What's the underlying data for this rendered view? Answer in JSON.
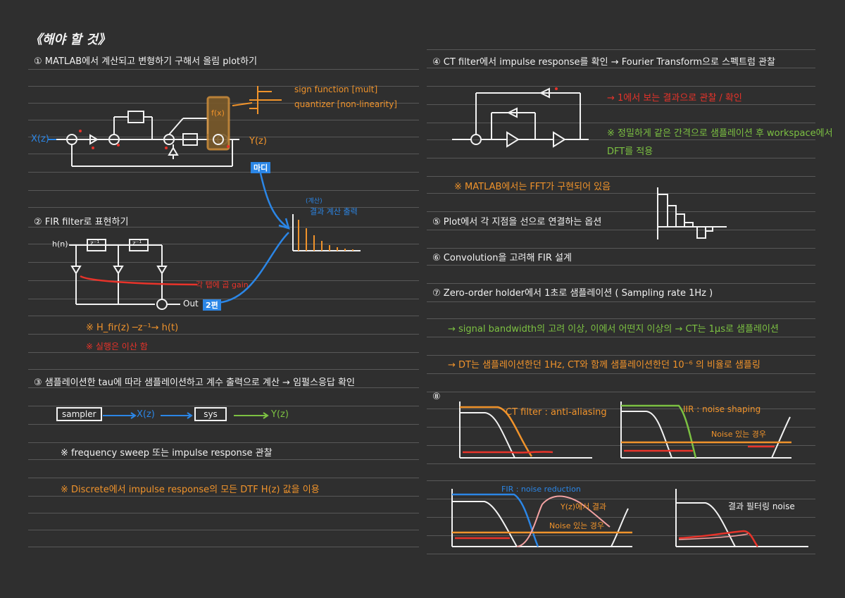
{
  "colors": {
    "background": "#2f2f2f",
    "ink": "#f2f2f2",
    "orange": "#f0932b",
    "red": "#e8332a",
    "green": "#7cc142",
    "blue": "#2b86e6",
    "pink": "#f4a3a3",
    "rule": "#585858"
  },
  "title": "《해야 할 것》",
  "left": {
    "s1": {
      "heading": "① MATLAB에서 계산되고 변형하기 구해서 올림 plot하기",
      "diagram": {
        "input": "X(z)",
        "output": "Y(z)",
        "node_f": "f(x)",
        "sign_note": "sign function [mult]",
        "quant_note": "quantizer [non-linearity]",
        "tag": "마디"
      }
    },
    "s2": {
      "heading": "② FIR filter로 표현하기",
      "diagram": {
        "input": "h(n)",
        "delay": "z⁻¹",
        "output": "Out",
        "gain_note": "각 탭에 곱 gain",
        "tag": "2편"
      },
      "note1": "※ H_fir(z) ─z⁻¹→ h(t)",
      "note2": "※ 실행은 이산 함",
      "mini_plot": {
        "caption_small": "(계산)",
        "caption": "결과 계산 출력"
      }
    },
    "s3": {
      "heading": "③ 샘플레이션한 tau에 따라 샘플레이션하고 계수 출력으로 계산 → 임펄스응답 확인",
      "sampler": "sampler",
      "x": "X(z)",
      "sys": "sys",
      "y": "Y(z)",
      "note1": "※ frequency sweep 또는 impulse response 관찰",
      "note2": "※ Discrete에서 impulse response의 모든 DTF H(z) 값을 이용"
    }
  },
  "right": {
    "s4": {
      "heading": "④ CT filter에서 impulse response를 확인 → Fourier Transform으로 스펙트럼 관찰",
      "note_red": "→ 1에서 보는 결과으로 관찰 / 확인",
      "note_green1": "※ 정밀하게 같은 간격으로 샘플레이션 후 workspace에서",
      "note_green2": "DFT를 적용",
      "note_orange": "※ MATLAB에서는 FFT가 구현되어 있음"
    },
    "s5": {
      "heading": "⑤ Plot에서 각 지점을 선으로 연결하는 옵션"
    },
    "s6": {
      "heading": "⑥ Convolution을 고려해 FIR 설계"
    },
    "s7": {
      "heading": "⑦ Zero-order holder에서 1초로 샘플레이션 ( Sampling rate 1Hz )",
      "green": "→ signal bandwidth의 고려 이상, 이에서 어떤지 이상의 → CT는 1µs로 샘플레이션",
      "orange": "→ DT는 샘플레이션한던 1Hz, CT와 함께 샘플레이션한던 10⁻⁶ 의 비율로 샘플링"
    },
    "s8": {
      "heading": "⑧",
      "plot1_label": "CT filter : anti-aliasing",
      "plot2_label": "IIR : noise shaping",
      "plot2_sub": "Noise 있는 경우",
      "plot3_label": "FIR : noise reduction",
      "plot3_sub1": "Y(z)에서 결과",
      "plot3_sub2": "Noise 있는 경우",
      "plot4_label": "결과 필터링 noise"
    }
  }
}
